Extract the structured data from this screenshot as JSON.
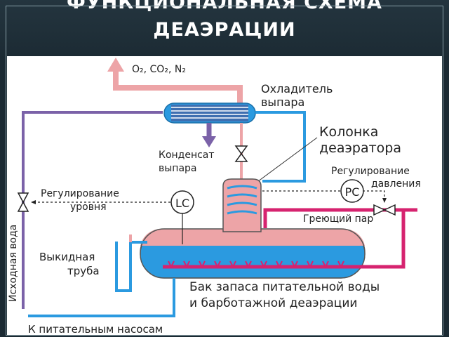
{
  "title": {
    "line1": "ФУНКЦИОНАЛЬНАЯ СХЕМА",
    "line2": "ДЕАЭРАЦИИ"
  },
  "labels": {
    "gases": "O₂, CO₂, N₂",
    "cooler_line1": "Охладитель",
    "cooler_line2": "выпара",
    "column_line1": "Колонка",
    "column_line2": "деаэратора",
    "condensate_line1": "Конденсат",
    "condensate_line2": "выпара",
    "pressure_line1": "Регулирование",
    "pressure_line2": "давления",
    "level_line1": "Регулирование",
    "level_line2": "уровня",
    "heating_steam": "Греющий пар",
    "overflow_line1": "Выкидная",
    "overflow_line2": "труба",
    "source_water": "Исходная вода",
    "tank_line1": "Бак запаса питательной воды",
    "tank_line2": "и барботажной деаэрации",
    "to_pumps": "К питательным насосам",
    "lc": "LC",
    "pc": "PC"
  },
  "colors": {
    "steam_pink": "#eda4a7",
    "water_blue": "#2b9ae0",
    "heating_magenta": "#d6236f",
    "source_purple": "#7b62a8",
    "header_bg": "#1c2b34"
  }
}
